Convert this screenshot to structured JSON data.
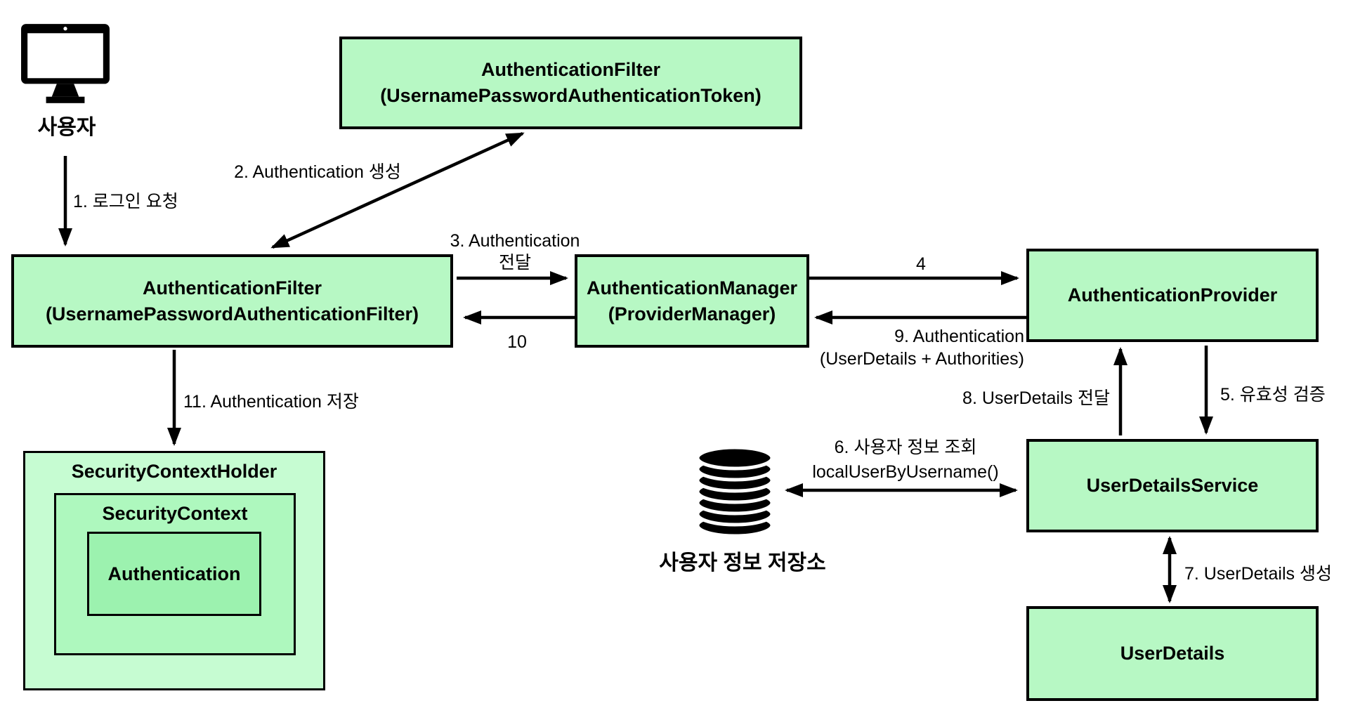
{
  "boxes": {
    "filter_token": {
      "line1": "AuthenticationFilter",
      "line2": "(UsernamePasswordAuthenticationToken)"
    },
    "filter": {
      "line1": "AuthenticationFilter",
      "line2": "(UsernamePasswordAuthenticationFilter)"
    },
    "manager": {
      "line1": "AuthenticationManager",
      "line2": "(ProviderManager)"
    },
    "provider": {
      "label": "AuthenticationProvider"
    },
    "user_details_service": {
      "label": "UserDetailsService"
    },
    "user_details": {
      "label": "UserDetails"
    },
    "security_context_holder": {
      "label": "SecurityContextHolder"
    },
    "security_context": {
      "label": "SecurityContext"
    },
    "authentication": {
      "label": "Authentication"
    }
  },
  "actors": {
    "user": {
      "label": "사용자"
    },
    "user_store": {
      "label": "사용자 정보 저장소"
    }
  },
  "steps": {
    "step1": "1. 로그인 요청",
    "step2": "2. Authentication 생성",
    "step3_line1": "3. Authentication",
    "step3_line2": "전달",
    "step4": "4",
    "step5": "5. 유효성 검증",
    "step6_line1": "6. 사용자 정보 조회",
    "step6_line2": "localUserByUsername()",
    "step7": "7. UserDetails 생성",
    "step8": "8. UserDetails 전달",
    "step9_line1": "9. Authentication",
    "step9_line2": "(UserDetails + Authorities)",
    "step10": "10",
    "step11": "11. Authentication 저장"
  },
  "colors": {
    "box_fill": "#b7f8c4",
    "holder_fill": "#c6fcd2",
    "context_fill": "#aef8be",
    "authentication_fill": "#9cf2af",
    "border": "#000000",
    "arrow": "#000000",
    "background": "#ffffff"
  }
}
